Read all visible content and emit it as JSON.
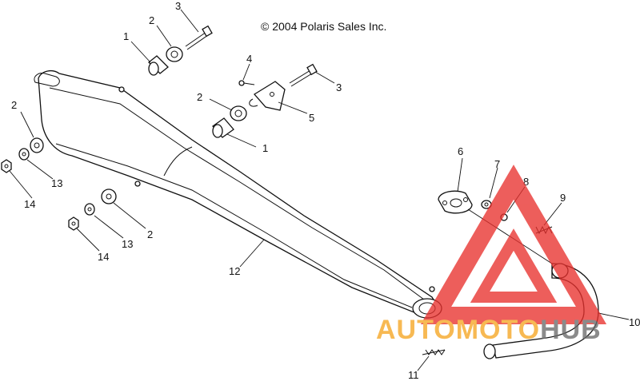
{
  "copyright": "© 2004 Polaris Sales Inc.",
  "callouts": [
    "1",
    "2",
    "3",
    "4",
    "5",
    "6",
    "7",
    "8",
    "9",
    "10",
    "11",
    "12",
    "13",
    "14"
  ],
  "watermark": {
    "brand": "AUTOMOTOHUB",
    "part1": "AUTOMOTO",
    "part2": "HUB",
    "colors": {
      "triangle": "#e8312e",
      "text_orange": "#f5a623",
      "text_gray": "#6b6b6b"
    }
  },
  "diagram": {
    "type": "exploded parts diagram",
    "parts": [
      {
        "ref": "1"
      },
      {
        "ref": "2"
      },
      {
        "ref": "3"
      },
      {
        "ref": "4"
      },
      {
        "ref": "5"
      },
      {
        "ref": "6"
      },
      {
        "ref": "7"
      },
      {
        "ref": "8"
      },
      {
        "ref": "9"
      },
      {
        "ref": "10"
      },
      {
        "ref": "11"
      },
      {
        "ref": "12"
      },
      {
        "ref": "13"
      },
      {
        "ref": "14"
      }
    ]
  }
}
